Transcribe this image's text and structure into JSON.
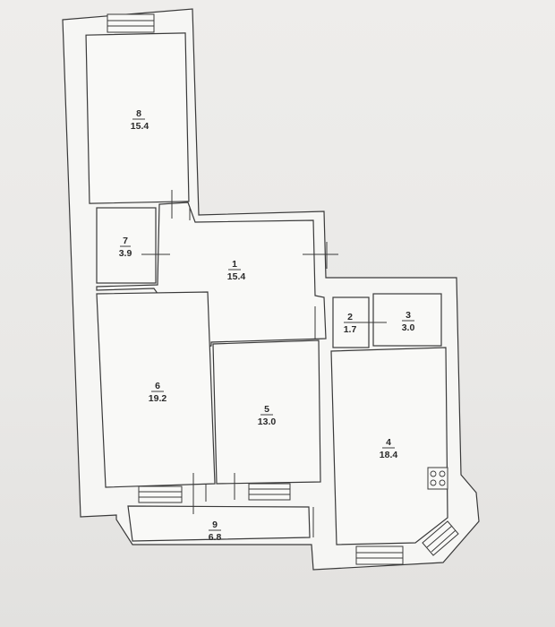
{
  "rooms": [
    {
      "id": "8",
      "number": "8",
      "area": "15.4"
    },
    {
      "id": "7",
      "number": "7",
      "area": "3.9"
    },
    {
      "id": "1",
      "number": "1",
      "area": "15.4"
    },
    {
      "id": "2",
      "number": "2",
      "area": "1.7"
    },
    {
      "id": "3",
      "number": "3",
      "area": "3.0"
    },
    {
      "id": "6",
      "number": "6",
      "area": "19.2"
    },
    {
      "id": "5",
      "number": "5",
      "area": "13.0"
    },
    {
      "id": "4",
      "number": "4",
      "area": "18.4"
    },
    {
      "id": "9",
      "number": "9",
      "area": "6.8"
    }
  ],
  "icons": {
    "stove": "stove-icon"
  },
  "colors": {
    "line": "#3a3a3a",
    "paper": "#f9f9f7"
  }
}
